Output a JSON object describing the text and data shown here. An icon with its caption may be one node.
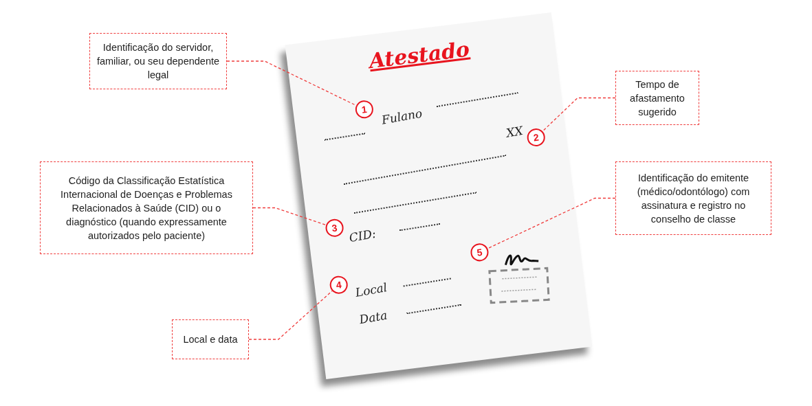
{
  "diagram": {
    "nodes": [
      {
        "text": [
          "Atestado"
        ]
      },
      {
        "text": [
          "1"
        ],
        "in": 0
      },
      {
        "text": [
          "2"
        ],
        "in": 0
      },
      {
        "text": [
          "3"
        ],
        "in": 0
      },
      {
        "text": [
          "4"
        ],
        "in": 0
      },
      {
        "text": [
          "5"
        ],
        "in": 0
      },
      {
        "text": [
          "Identificação do servidor, familiar, ou seu dependente legal"
        ]
      },
      {
        "text": [
          "Tempo de afastamento sugerido"
        ]
      },
      {
        "text": [
          "Código da Classificação Estatística Internacional de Doenças e Problemas Relacionados à Saúde (CID) ou o diagnóstico (quando expressamente autorizados pelo paciente)"
        ]
      },
      {
        "text": [
          "Identificação do emitente (médico/odontólogo) com assinatura e registro no conselho de classe"
        ]
      },
      {
        "text": [
          "Local e data"
        ]
      }
    ],
    "edges": [
      {
        "from": 6,
        "to": 1,
        "arrow": "none",
        "style": "dashed"
      },
      {
        "from": 7,
        "to": 2,
        "arrow": "none",
        "style": "dashed"
      },
      {
        "from": 8,
        "to": 3,
        "arrow": "none",
        "style": "dashed"
      },
      {
        "from": 9,
        "to": 5,
        "arrow": "none",
        "style": "dashed"
      },
      {
        "from": 10,
        "to": 4,
        "arrow": "none",
        "style": "dashed"
      }
    ],
    "labels": [
      "Fulano",
      "XX",
      "CID:",
      "Local",
      "Data"
    ]
  }
}
